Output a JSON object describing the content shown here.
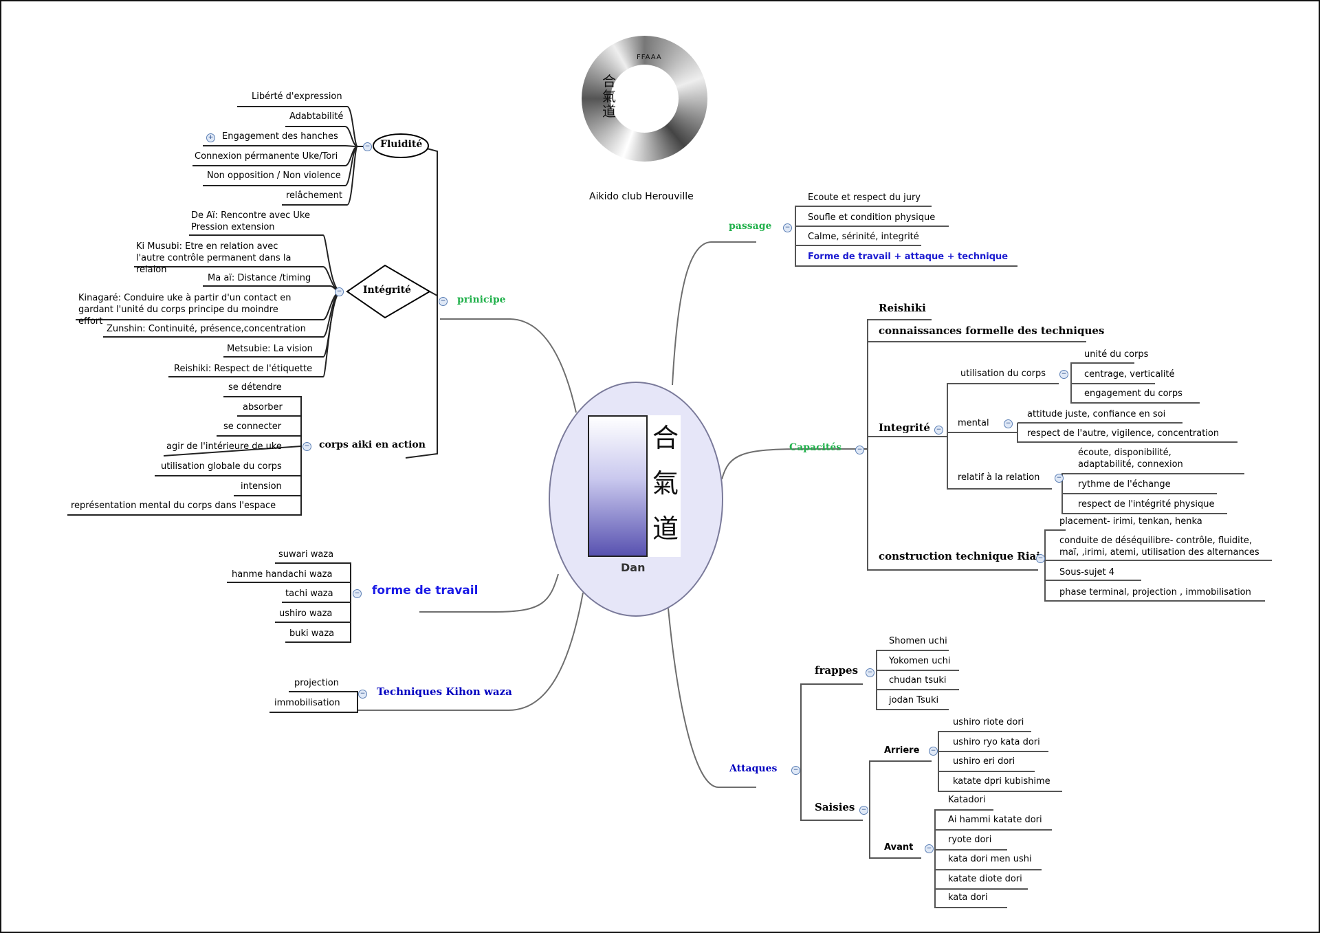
{
  "center": {
    "label": "Dan",
    "kanji": [
      "合",
      "氣",
      "道"
    ]
  },
  "logo": {
    "caption": "Aikido club Herouville",
    "ring_text": "FFAAA",
    "kanji": "合氣道"
  },
  "colors": {
    "green": "#22b14c",
    "blue": "#1a1ae6",
    "darkblue": "#0000c0",
    "line": "#6e6e6e",
    "center_fill": "#e6e6f8"
  },
  "principe": {
    "label": "prinicipe",
    "fluidite": {
      "label": "Fluidité",
      "items": [
        "Libérté d'expression",
        "Adabtabilité",
        "Engagement des hanches",
        "Connexion pérmanente Uke/Tori",
        "Non opposition / Non violence",
        "relâchement"
      ]
    },
    "integrite": {
      "label": "Intégrité",
      "items": [
        "De Aï: Rencontre avec Uke Pression extension",
        "Ki Musubi: Etre en relation avec l'autre contrôle permanent dans la relaion",
        "Ma aï: Distance /timing",
        "Kinagaré: Conduire uke à partir d'un contact en gardant l'unité du corps principe du moindre effort",
        "Zunshin: Continuité, présence,concentration",
        "Metsubie: La vision",
        "Reishiki: Respect de l'étiquette"
      ]
    },
    "corps": {
      "label": "corps aiki en action",
      "items": [
        "se détendre",
        "absorber",
        "se connecter",
        "agir de l'intérieure de uke",
        "utilisation globale du corps",
        "intension",
        "représentation mental du corps dans l'espace"
      ]
    }
  },
  "forme": {
    "label": "forme de travail",
    "items": [
      "suwari waza",
      "hanme handachi waza",
      "tachi waza",
      "ushiro waza",
      "buki waza"
    ]
  },
  "kihon": {
    "label": "Techniques Kihon waza",
    "items": [
      "projection",
      "immobilisation"
    ]
  },
  "passage": {
    "label": "passage",
    "items": [
      "Ecoute et respect du jury",
      "Soufle et condition physique",
      "Calme, sérinité, integrité",
      "Forme de travail + attaque + technique"
    ]
  },
  "capacites": {
    "label": "Capacités",
    "reishiki": "Reishiki",
    "connaissances": "connaissances formelle des techniques",
    "integrite": {
      "label": "Integrité",
      "corps": {
        "label": "utilisation du corps",
        "items": [
          "unité du corps",
          "centrage, verticalité",
          "engagement du corps"
        ]
      },
      "mental": {
        "label": "mental",
        "items": [
          "attitude juste, confiance en soi",
          "respect de l'autre,  vigilence, concentration"
        ]
      },
      "relation": {
        "label": "relatif à la relation",
        "items": [
          "écoute, disponibilité, adaptabilité, connexion",
          "rythme de l'échange",
          "respect de l'intégrité physique"
        ]
      }
    },
    "riai": {
      "label": "construction technique Riai",
      "items": [
        "placement- irimi, tenkan, henka",
        "conduite de déséquilibre- contrôle, fluidite, maï, ,irimi, atemi, utilisation des alternances",
        "Sous-sujet  4",
        "phase terminal, projection , immobilisation"
      ]
    }
  },
  "attaques": {
    "label": "Attaques",
    "frappes": {
      "label": "frappes",
      "items": [
        "Shomen uchi",
        "Yokomen uchi",
        "chudan tsuki",
        "jodan Tsuki"
      ]
    },
    "saisies": {
      "label": "Saisies",
      "arriere": {
        "label": "Arriere",
        "items": [
          "ushiro riote dori",
          "ushiro ryo kata dori",
          "ushiro eri dori",
          "katate dpri kubishime"
        ]
      },
      "avant": {
        "label": "Avant",
        "items": [
          "Katadori",
          "Ai hammi katate dori",
          "ryote dori",
          "kata dori men ushi",
          "katate diote dori",
          "kata dori"
        ]
      }
    }
  }
}
